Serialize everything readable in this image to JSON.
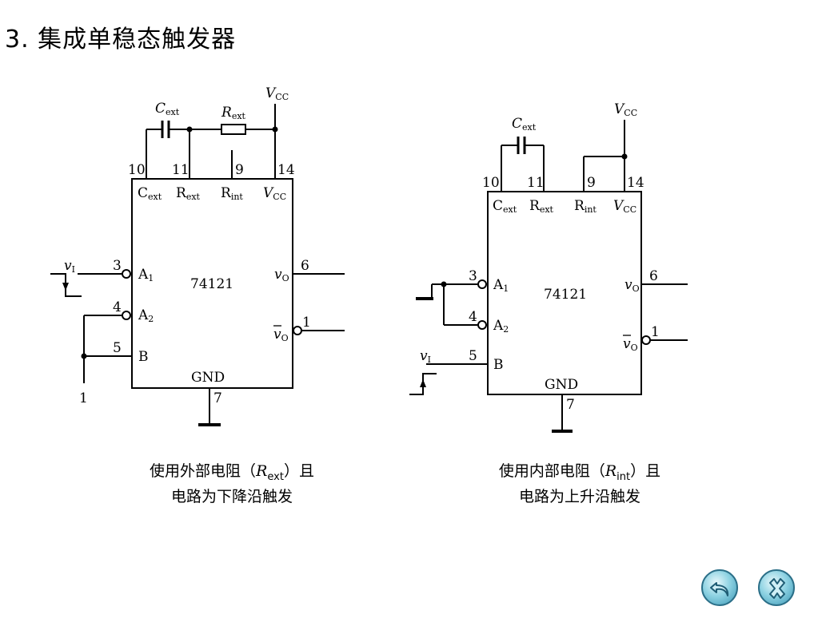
{
  "title": "3. 集成单稳态触发器",
  "left": {
    "chip": "74121",
    "vcc_top": "V",
    "vcc_top_sub": "CC",
    "cext": "C",
    "cext_sub": "ext",
    "rext": "R",
    "rext_sub": "ext",
    "pins_top": [
      "10",
      "11",
      "9",
      "14"
    ],
    "labels_top": [
      "C",
      "R",
      "R",
      "V"
    ],
    "labels_top_sub": [
      "ext",
      "ext",
      "int",
      "CC"
    ],
    "pin3": "3",
    "pin4": "4",
    "pin5": "5",
    "pin6": "6",
    "pin1": "1",
    "pin7": "7",
    "A1": "A",
    "A1_sub": "1",
    "A2": "A",
    "A2_sub": "2",
    "B": "B",
    "vo": "v",
    "vo_sub": "O",
    "vobar": "v",
    "vobar_sub": "O",
    "gnd": "GND",
    "vi": "v",
    "vi_sub": "I",
    "b_input": "1",
    "caption_line1_a": "使用外部电阻（",
    "caption_R": "R",
    "caption_R_sub": "ext",
    "caption_line1_b": "）且",
    "caption_line2": "电路为下降沿触发"
  },
  "right": {
    "chip": "74121",
    "vcc_top": "V",
    "vcc_top_sub": "CC",
    "cext": "C",
    "cext_sub": "ext",
    "pins_top": [
      "10",
      "11",
      "9",
      "14"
    ],
    "labels_top": [
      "C",
      "R",
      "R",
      "V"
    ],
    "labels_top_sub": [
      "ext",
      "ext",
      "int",
      "CC"
    ],
    "pin3": "3",
    "pin4": "4",
    "pin5": "5",
    "pin6": "6",
    "pin1": "1",
    "pin7": "7",
    "A1": "A",
    "A1_sub": "1",
    "A2": "A",
    "A2_sub": "2",
    "B": "B",
    "vo": "v",
    "vo_sub": "O",
    "vobar": "v",
    "vobar_sub": "O",
    "gnd": "GND",
    "vi": "v",
    "vi_sub": "I",
    "caption_line1_a": "使用内部电阻（",
    "caption_R": "R",
    "caption_R_sub": "int",
    "caption_line1_b": "）且",
    "caption_line2": "电路为上升沿触发"
  },
  "nav": {
    "back_icon": "back-arrow-icon",
    "close_icon": "close-x-icon"
  }
}
